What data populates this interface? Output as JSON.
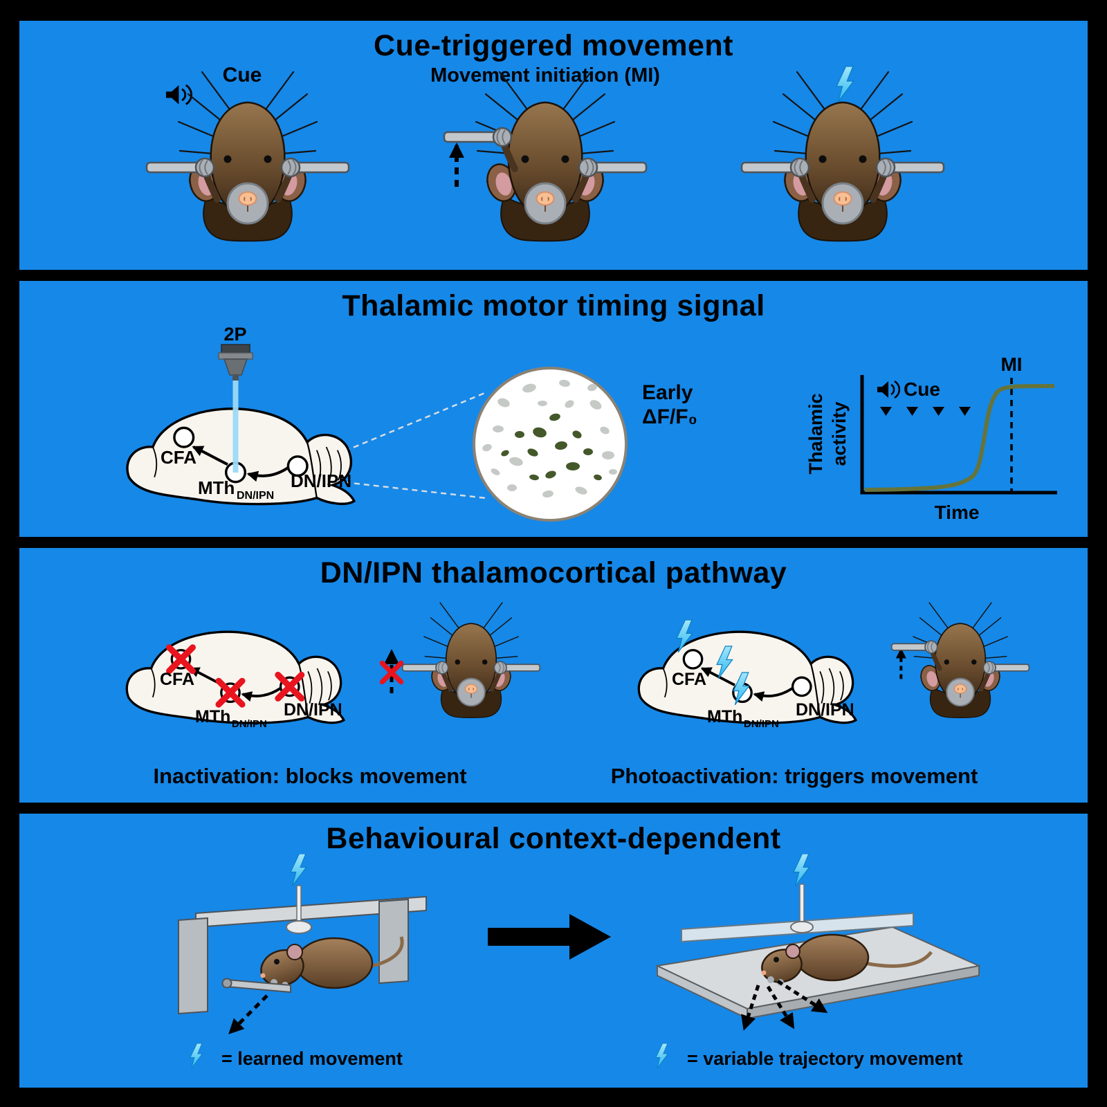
{
  "colors": {
    "background": "#000000",
    "panel_blue": "#1688e8",
    "signal_green": "#66743a",
    "red_cross": "#e8141e",
    "bolt_blue": "#3fc0f2",
    "brain_fill": "#f8f4ee"
  },
  "panel1": {
    "title": "Cue-triggered movement",
    "cue_label": "Cue",
    "mi_label": "Movement initiation (MI)"
  },
  "panel2": {
    "title": "Thalamic motor timing signal",
    "twop_label": "2P",
    "early_label": "Early",
    "dff_label": "ΔF/F₀",
    "brain": {
      "cfa": "CFA",
      "mth": "MTh",
      "mth_sub": "DN/IPN",
      "dnipn": "DN/IPN"
    },
    "plot": {
      "ylabel_line1": "Thalamic",
      "ylabel_line2": "activity",
      "xlabel": "Time",
      "cue_label": "Cue",
      "mi_label": "MI"
    },
    "chart_data": {
      "type": "line",
      "title": "Thalamic activity rises before movement initiation",
      "xlabel": "Time",
      "ylabel": "Thalamic activity",
      "series": [
        {
          "name": "Thalamic activity",
          "x": [
            0,
            0.45,
            0.55,
            0.65,
            0.72,
            0.78,
            0.85,
            1.0
          ],
          "values": [
            0.02,
            0.03,
            0.05,
            0.2,
            0.6,
            0.92,
            1.0,
            1.0
          ]
        }
      ],
      "annotations": [
        {
          "label": "Cue",
          "type": "event-markers",
          "x": [
            0.1,
            0.22,
            0.34,
            0.46
          ]
        },
        {
          "label": "MI",
          "type": "dashed-vline",
          "x": 0.85
        }
      ],
      "ylim": [
        0,
        1
      ],
      "grid": false,
      "legend_position": "none"
    }
  },
  "panel3": {
    "title": "DN/IPN thalamocortical pathway",
    "brain": {
      "cfa": "CFA",
      "mth": "MTh",
      "mth_sub": "DN/IPN",
      "dnipn": "DN/IPN"
    },
    "left_caption": "Inactivation: blocks movement",
    "right_caption": "Photoactivation: triggers movement"
  },
  "panel4": {
    "title": "Behavioural context-dependent",
    "left_legend": "= learned movement",
    "right_legend": "= variable trajectory movement"
  }
}
